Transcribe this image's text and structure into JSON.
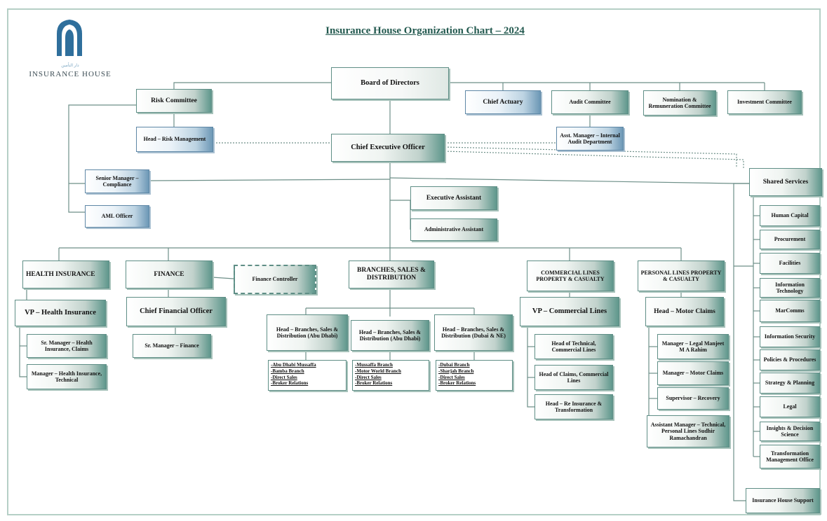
{
  "title": "Insurance House Organization Chart – 2024",
  "logo": {
    "name": "INSURANCE HOUSE",
    "tagline": "دار التأمين"
  },
  "colors": {
    "accent": "#5f978c",
    "title": "#245a50",
    "line": "#6d8f88"
  },
  "board": "Board of Directors",
  "risk_committee": "Risk Committee",
  "head_risk": "Head – Risk Management",
  "chief_actuary": "Chief Actuary",
  "audit_committee": "Audit Committee",
  "nomination_committee": "Nomination & Remuneration Committee",
  "investment_committee": "Investment Committee",
  "asst_manager_audit": "Asst. Manager – Internal Audit Department",
  "ceo": "Chief Executive Officer",
  "senior_manager_compliance": "Senior Manager – Compliance",
  "aml_officer": "AML Officer",
  "executive_assistant": "Executive Assistant",
  "admin_assistant": "Administrative Assistant",
  "health": {
    "dept": "HEALTH INSURANCE",
    "vp": "VP – Health Insurance",
    "sr_manager": "Sr. Manager – Health Insurance, Claims",
    "manager": "Manager – Health Insurance, Technical"
  },
  "finance": {
    "dept": "FINANCE",
    "controller": "Finance Controller",
    "cfo": "Chief Financial Officer",
    "sr_manager": "Sr. Manager – Finance"
  },
  "branches": {
    "dept": "BRANCHES, SALES & DISTRIBUTION",
    "heads": [
      "Head – Branches, Sales & Distribution (Abu Dhabi)",
      "Head – Branches, Sales & Distribution (Abu Dhabi)",
      "Head – Branches, Sales & Distribution (Dubai & NE)"
    ],
    "lists": [
      [
        "-Abu Dhabi Mussaffa",
        "-Bamba Branch",
        "-Direct Sales",
        "-Broker Relations"
      ],
      [
        "-Mussaffa Branch",
        "-Motor World Branch",
        "-Direct Sales",
        "-Broker Relations"
      ],
      [
        "-Dubai Branch",
        "-Sharjah Branch",
        "-Direct Sales",
        "-Broker Relations"
      ]
    ]
  },
  "commercial": {
    "dept": "COMMERCIAL LINES PROPERTY & CASUALTY",
    "vp": "VP – Commercial Lines",
    "items": [
      "Head of Technical, Commercial Lines",
      "Head of Claims, Commercial Lines",
      "Head – Re Insurance & Transformation"
    ]
  },
  "personal": {
    "dept": "PERSONAL LINES PROPERTY & CASUALTY",
    "head": "Head – Motor Claims",
    "items": [
      "Manager – Legal Manjeet M A Rahim",
      "Manager – Motor Claims",
      "Supervisor – Recovery"
    ],
    "assistant": "Assistant Manager – Technical, Personal Lines Sudhir Ramachandran"
  },
  "shared": {
    "title": "Shared Services",
    "items": [
      "Human Capital",
      "Procurement",
      "Facilities",
      "Information Technology",
      "MarComms",
      "Information Security",
      "Policies & Procedures",
      "Strategy & Planning",
      "Legal",
      "Insights & Decision Science",
      "Transformation Management Office"
    ],
    "support": "Insurance House Support"
  }
}
